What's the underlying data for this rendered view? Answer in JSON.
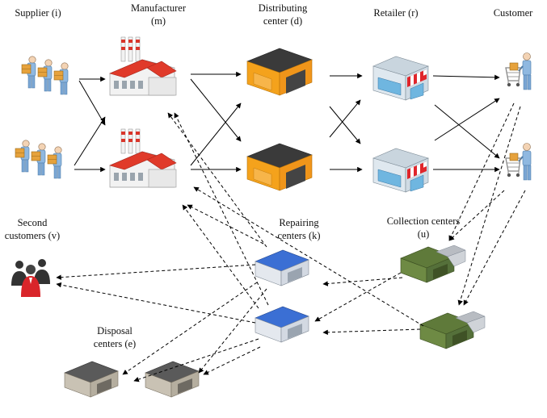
{
  "labels": {
    "supplier": "Supplier (i)",
    "manufacturer_line1": "Manufacturer",
    "manufacturer_line2": "(m)",
    "distributing_line1": "Distributing",
    "distributing_line2": "center (d)",
    "retailer": "Retailer (r)",
    "customer": "Customer",
    "second_line1": "Second",
    "second_line2": "customers (v)",
    "repairing_line1": "Repairing",
    "repairing_line2": "centers (k)",
    "collection_line1": "Collection centers",
    "collection_line2": "(u)",
    "disposal_line1": "Disposal",
    "disposal_line2": "centers (e)"
  },
  "colors": {
    "factory_roof": "#e03a2a",
    "factory_wall": "#f2f2f2",
    "chimney_stripe": "#d9352a",
    "distribution_wall": "#f4a21c",
    "distribution_roof": "#3a3a3a",
    "retailer_awning": "#e0262b",
    "retailer_wall": "#dfe8ef",
    "repair_roof": "#3b6fd4",
    "collection_roof": "#5f7a3a",
    "disposal_roof": "#5a5a5a",
    "second_customer_accent": "#d9252a",
    "worker_shirt": "#8fb8e0",
    "box": "#e6a23c",
    "arrow": "#000000"
  },
  "icons": {
    "supplier": "supplier-workers-icon",
    "manufacturer": "factory-icon",
    "distributing": "warehouse-icon",
    "retailer": "store-icon",
    "customer": "shopping-cart-person-icon",
    "second_customer": "people-group-icon",
    "repairing": "blue-hangar-icon",
    "collection": "green-hangar-icon",
    "disposal": "grey-hangar-icon"
  }
}
